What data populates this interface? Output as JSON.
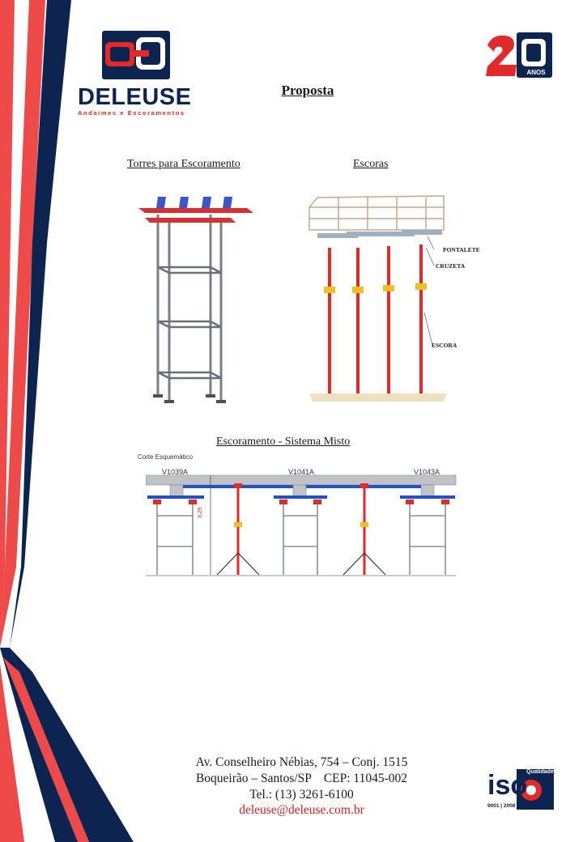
{
  "header": {
    "brand_name": "DELEUSE",
    "brand_tagline": "Andaimes e Escoramentos",
    "anniversary_badge_text": "ANOS",
    "page_title": "Proposta"
  },
  "sections": {
    "towers_caption": "Torres para Escoramento",
    "props_caption": "Escoras",
    "mixed_caption": "Escoramento - Sistema Misto"
  },
  "props_diagram": {
    "labels": [
      "PONTALETE",
      "CRUZETA",
      "ESCORA"
    ]
  },
  "mixed_diagram": {
    "corner_label": "Corte Esquemático",
    "beam_labels": [
      "V1039A",
      "V1041A",
      "V1043A"
    ],
    "height_label": "3,29"
  },
  "footer": {
    "address_line1": "Av. Conselheiro Nébias, 754 – Conj. 1515",
    "address_line2": "Boqueirão – Santos/SP    CEP: 11045-002",
    "phone": "Tel.: (13) 3261-6100",
    "email": "deleuse@deleuse.com.br",
    "iso_label": "iso",
    "iso_badge": "Qualidade",
    "iso_standard": "9001 | 2008"
  },
  "colors": {
    "navy": "#0d2350",
    "red": "#e32a2a",
    "accent_red": "#f05050",
    "email_red": "#d42020"
  }
}
